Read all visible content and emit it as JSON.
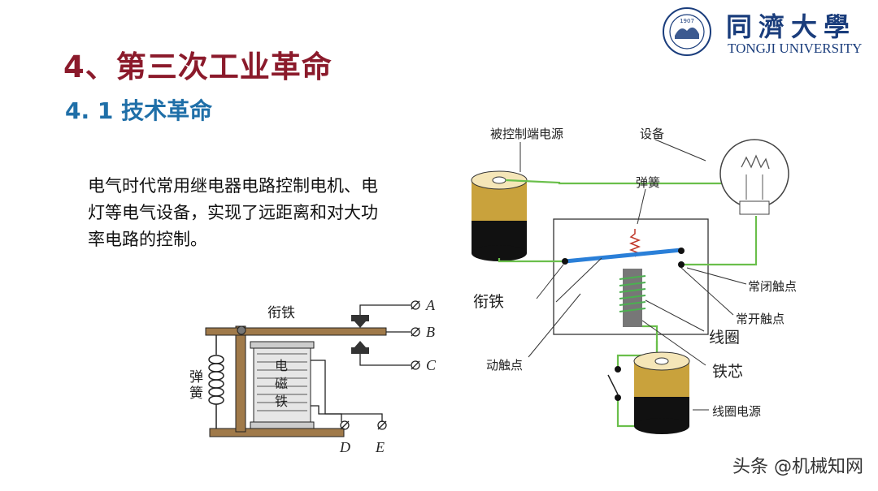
{
  "header": {
    "title": "4、第三次工业革命",
    "subtitle": "4. 1 技术革命"
  },
  "logo": {
    "name_cn": "同濟大學",
    "name_en": "TONGJI UNIVERSITY",
    "seal_text": "1907"
  },
  "body": {
    "text": "电气时代常用继电器电路控制电机、电灯等电气设备，实现了远距离和对大功率电路的控制。"
  },
  "diagram_left": {
    "armature": "衔铁",
    "spring_1": "弹",
    "spring_2": "簧",
    "magnet_1": "电",
    "magnet_2": "磁",
    "magnet_3": "铁",
    "terminal_a": "A",
    "terminal_b": "B",
    "terminal_c": "C",
    "terminal_d": "D",
    "terminal_e": "E"
  },
  "diagram_right": {
    "controlled_power": "被控制端电源",
    "device": "设备",
    "spring": "弹簧",
    "armature": "衔铁",
    "nc_contact": "常闭触点",
    "no_contact": "常开触点",
    "coil": "线圈",
    "moving_contact": "动触点",
    "core": "铁芯",
    "coil_power": "线圈电源"
  },
  "watermark": {
    "text": "头条 @机械知网"
  },
  "colors": {
    "title": "#8b1a2b",
    "subtitle": "#1f6fa8",
    "wire": "#6abf4b",
    "lever": "#2a7fd8",
    "battery_gold": "#c9a23c",
    "logo_blue": "#1a3d7c"
  }
}
